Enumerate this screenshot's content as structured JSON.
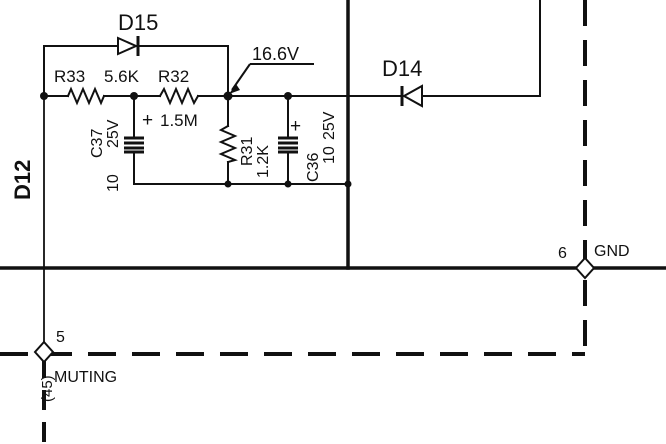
{
  "colors": {
    "ink": "#111111",
    "paper": "#ffffff"
  },
  "labels": {
    "d15": "D15",
    "d14": "D14",
    "d12": "D12",
    "voltage": "16.6V",
    "r33": "R33",
    "r33_value": "5.6K",
    "r32": "R32",
    "r32_value": "1.5M",
    "r31": "R31",
    "r31_value": "1.2K",
    "c37": "C37",
    "c37_rating": "25V",
    "c37_value": "10",
    "c36": "C36",
    "c36_value": "10",
    "c36_rating": "25V",
    "plus": "+",
    "pin5": "5",
    "pin6": "6",
    "gnd": "GND",
    "muting": "MUTING",
    "pin45": "(45)"
  }
}
